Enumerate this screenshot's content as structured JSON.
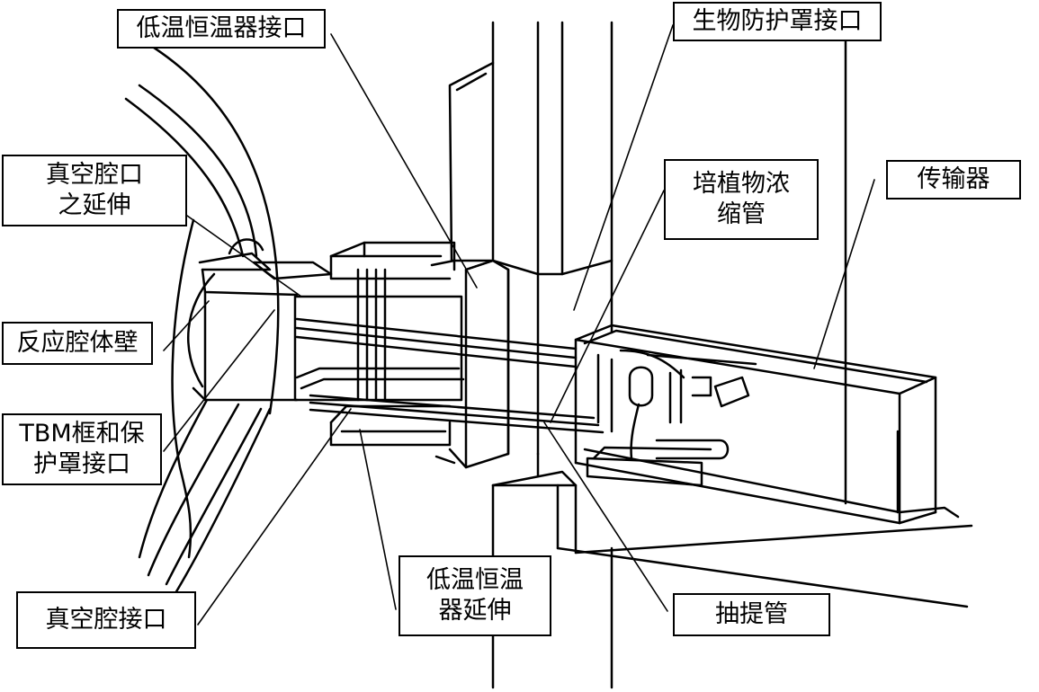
{
  "labels": {
    "cryostat_interface": "低温恒温器接口",
    "bioshield_interface": "生物防护罩接口",
    "port_extension": "真空腔口\n之延伸",
    "culture_concentrator": "培植物浓\n缩管",
    "transporter": "传输器",
    "reactor_wall": "反应腔体壁",
    "tbm_frame": "TBM框和保\n护罩接口",
    "cryostat_extension": "低温恒温\n器延伸",
    "extraction_tube": "抽提管",
    "vacuum_vessel_interface": "真空腔接口"
  }
}
